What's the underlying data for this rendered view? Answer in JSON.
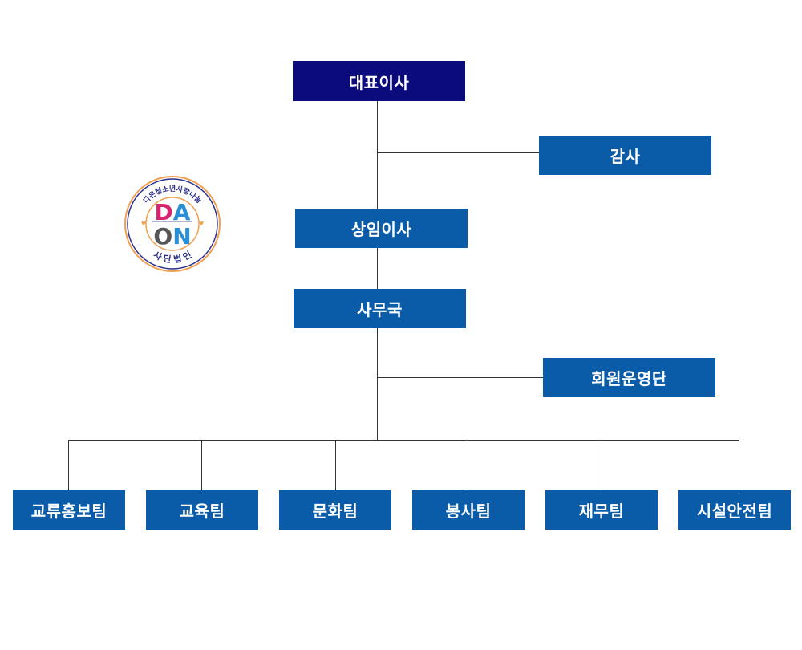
{
  "top": {
    "label": "대표이사"
  },
  "audit": {
    "label": "감사"
  },
  "standing_director": {
    "label": "상임이사"
  },
  "secretariat": {
    "label": "사무국"
  },
  "member_ops": {
    "label": "회원운영단"
  },
  "teams": [
    {
      "label": "교류홍보팀"
    },
    {
      "label": "교육팀"
    },
    {
      "label": "문화팀"
    },
    {
      "label": "봉사팀"
    },
    {
      "label": "재무팀"
    },
    {
      "label": "시설안전팀"
    }
  ],
  "logo": {
    "arc_top": "다온청소년사랑나눔",
    "letters_top": "DA",
    "letters_bottom": "ON",
    "arc_bottom": "사 단 법 인"
  },
  "colors": {
    "dark_box": "#0b0b7d",
    "blue_box": "#0a5ca8",
    "connector": "#333333"
  }
}
